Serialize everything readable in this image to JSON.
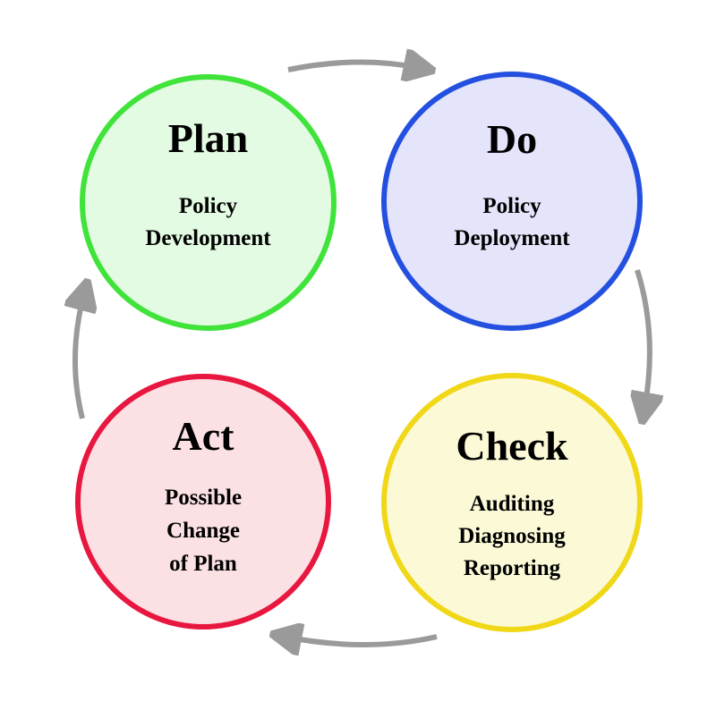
{
  "diagram": {
    "arrow_color": "#9a9a9a",
    "nodes": [
      {
        "title": "Plan",
        "lines": [
          "Policy",
          "Development"
        ],
        "border_color": "#3fe33a",
        "fill_color": "#e3fbe3"
      },
      {
        "title": "Do",
        "lines": [
          "Policy",
          "Deployment"
        ],
        "border_color": "#2450e0",
        "fill_color": "#e4e4fb"
      },
      {
        "title": "Check",
        "lines": [
          "Auditing",
          "Diagnosing",
          "Reporting"
        ],
        "border_color": "#f0d818",
        "fill_color": "#fbf9d6"
      },
      {
        "title": "Act",
        "lines": [
          "Possible",
          "Change",
          "of Plan"
        ],
        "border_color": "#e8173f",
        "fill_color": "#fbe0e4"
      }
    ]
  }
}
